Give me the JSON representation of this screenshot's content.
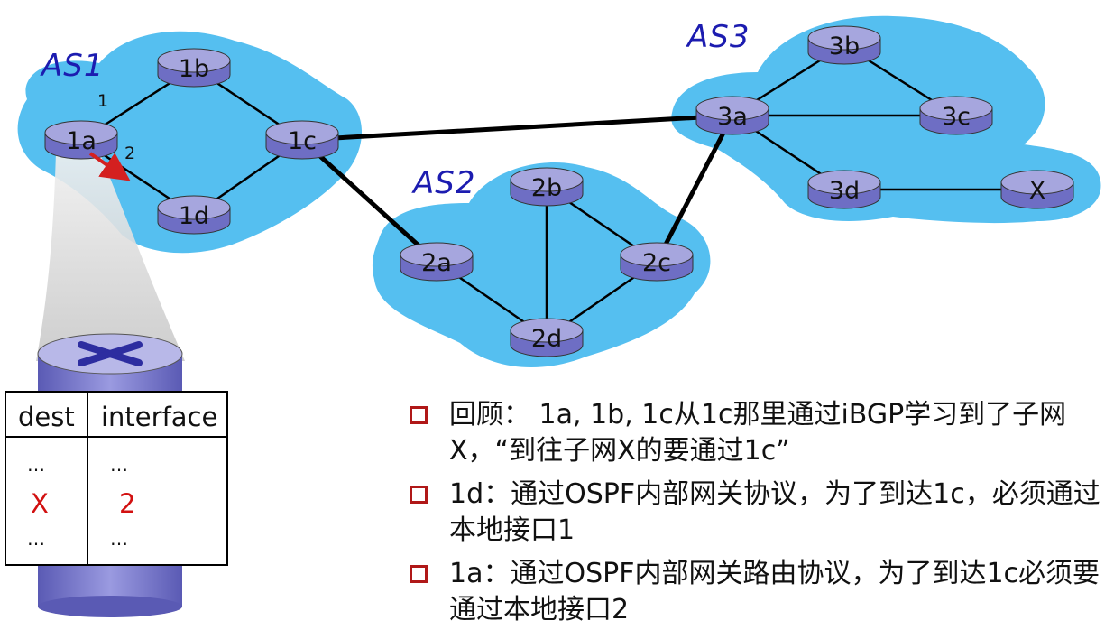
{
  "as_labels": {
    "as1": "AS1",
    "as2": "AS2",
    "as3": "AS3"
  },
  "routers": {
    "r1a": "1a",
    "r1b": "1b",
    "r1c": "1c",
    "r1d": "1d",
    "r2a": "2a",
    "r2b": "2b",
    "r2c": "2c",
    "r2d": "2d",
    "r3a": "3a",
    "r3b": "3b",
    "r3c": "3c",
    "r3d": "3d",
    "rx": "X"
  },
  "interfaces": {
    "if1": "1",
    "if2": "2"
  },
  "forwarding_table": {
    "header_dest": "dest",
    "header_interface": "interface",
    "rows": [
      {
        "dest": "…",
        "iface": "…"
      },
      {
        "dest": "X",
        "iface": "2"
      },
      {
        "dest": "…",
        "iface": "…"
      }
    ]
  },
  "bullets": [
    "回顾： 1a, 1b, 1c从1c那里通过iBGP学习到了子网X，“到往子网X的要通过1c”",
    "1d：通过OSPF内部网关协议，为了到达1c，必须通过本地接口1",
    "1a：通过OSPF内部网关路由协议，为了到达1c必须要通过本地接口2"
  ],
  "colors": {
    "cloud": "#55bff0",
    "router_body": "#7777c8",
    "router_top": "#a6a6de",
    "label_blue": "#1c1cb0",
    "arrow_red": "#d42020",
    "bullet_box": "#b01818"
  },
  "icons": {
    "router": "router-icon",
    "bullet": "checkbox-bullet-icon",
    "arrow": "forwarding-arrow-icon"
  }
}
